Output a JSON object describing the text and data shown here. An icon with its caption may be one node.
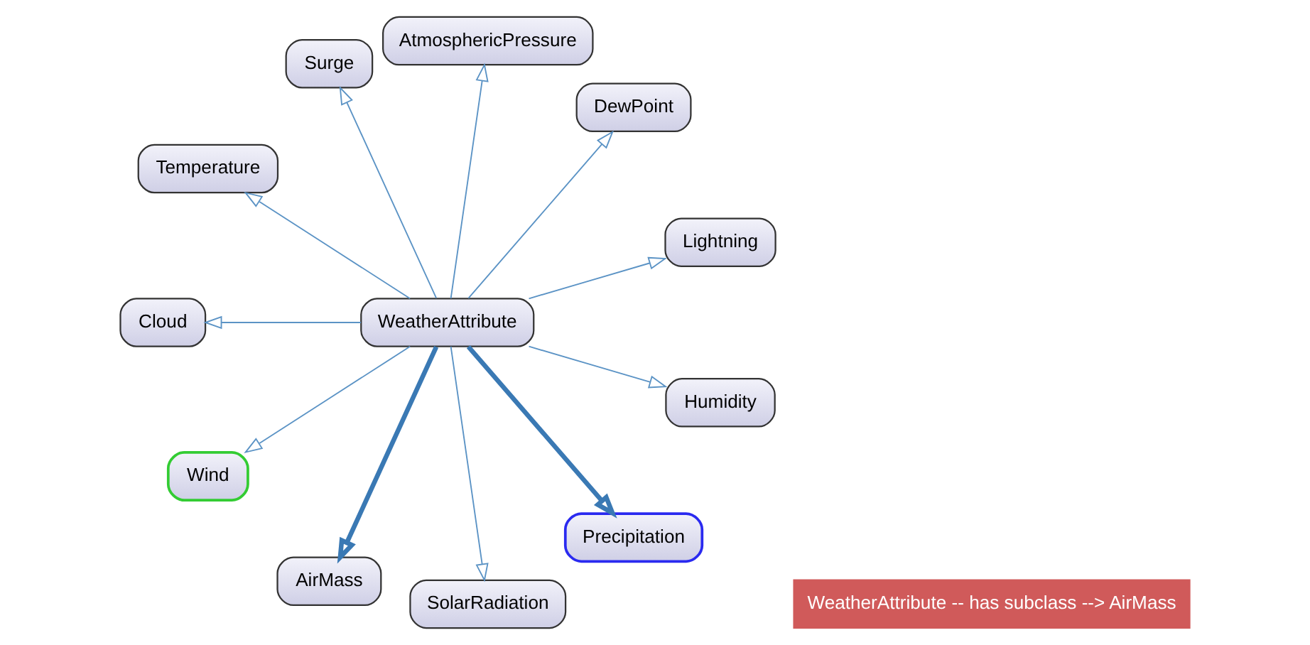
{
  "diagram": {
    "nodes": [
      {
        "text": [
          "Lightning"
        ]
      },
      {
        "text": [
          "DewPoint"
        ]
      },
      {
        "text": [
          "AtmosphericPressure"
        ]
      },
      {
        "text": [
          "Surge"
        ]
      },
      {
        "text": [
          "Temperature"
        ]
      },
      {
        "text": [
          "Cloud"
        ]
      },
      {
        "text": [
          "WeatherAttribute"
        ]
      },
      {
        "text": [
          "Wind"
        ]
      },
      {
        "text": [
          "AirMass"
        ]
      },
      {
        "text": [
          "WeatherAttribute -- has subclass --> AirMass"
        ]
      },
      {
        "text": [
          "SolarRadiation"
        ]
      },
      {
        "text": [
          "Precipitation"
        ]
      },
      {
        "text": [
          "Humidity"
        ]
      }
    ],
    "edges": [
      {
        "from": 6,
        "to": 0,
        "arrow": "to"
      },
      {
        "from": 6,
        "to": 1,
        "arrow": "to"
      },
      {
        "from": 6,
        "to": 2,
        "arrow": "to"
      },
      {
        "from": 6,
        "to": 4,
        "arrow": "to"
      },
      {
        "from": 6,
        "to": 7,
        "arrow": "to"
      },
      {
        "from": 6,
        "to": 10,
        "arrow": "to"
      },
      {
        "from": 6,
        "to": 12,
        "arrow": "to"
      },
      {
        "from": 6,
        "to": 11,
        "arrow": "to",
        "style": "thick",
        "color": "#3a79b4"
      },
      {
        "from": 6,
        "to": 8,
        "arrow": "to",
        "style": "thick",
        "color": "#3a79b4"
      },
      {
        "from": 6,
        "to": 5,
        "arrow": "to"
      },
      {
        "from": 6,
        "to": 3,
        "arrow": "to"
      }
    ]
  }
}
